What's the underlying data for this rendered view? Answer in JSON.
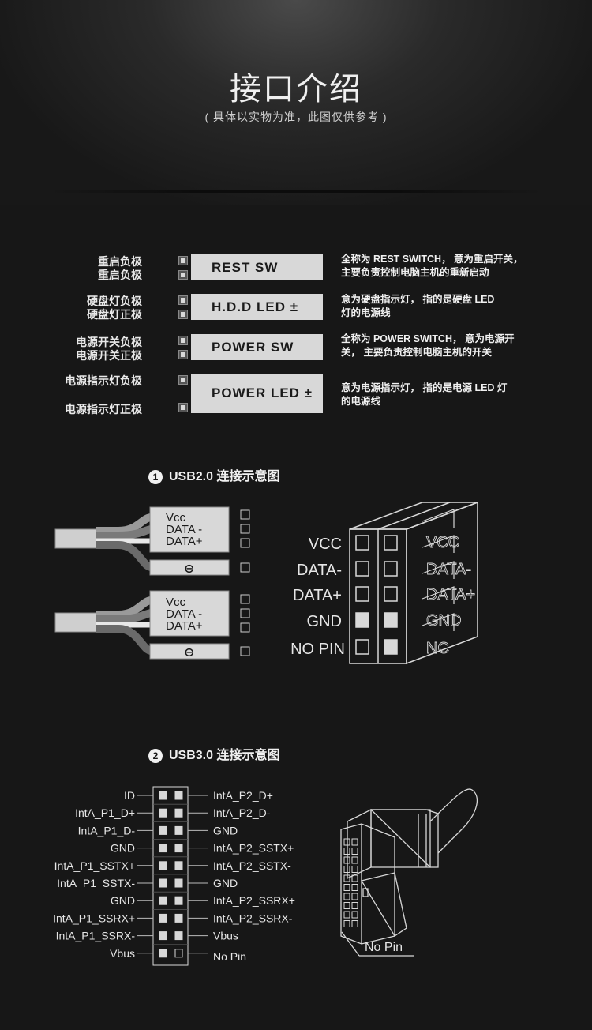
{
  "header": {
    "title": "接口介绍",
    "subtitle": "( 具体以实物为准，此图仅供参考 )"
  },
  "front_panel": [
    {
      "labels": [
        "重启负极",
        "重启负极"
      ],
      "connector": "REST SW",
      "description": [
        "全称为 REST SWITCH， 意为重启开关，",
        "主要负责控制电脑主机的重新启动"
      ]
    },
    {
      "labels": [
        "硬盘灯负极",
        "硬盘灯正极"
      ],
      "connector": "H.D.D LED ±",
      "description": [
        "意为硬盘指示灯， 指的是硬盘 LED",
        "灯的电源线"
      ]
    },
    {
      "labels": [
        "电源开关负极",
        "电源开关正极"
      ],
      "connector": "POWER SW",
      "description": [
        "全称为 POWER SWITCH， 意为电源开",
        "关， 主要负责控制电脑主机的开关"
      ]
    },
    {
      "labels": [
        "电源指示灯负极",
        "电源指示灯正极"
      ],
      "connector": "POWER LED ±",
      "description": [
        "意为电源指示灯， 指的是电源 LED 灯",
        "的电源线"
      ]
    }
  ],
  "usb2": {
    "num": "1",
    "title": "USB2.0 连接示意图",
    "plug_lines": [
      "Vcc",
      "DATA -",
      "DATA+"
    ],
    "ground_symbol": "⊖",
    "header_left": [
      "VCC",
      "DATA-",
      "DATA+",
      "GND",
      "NO PIN"
    ],
    "header_right": [
      "VCC",
      "DATA-",
      "DATA+",
      "GND",
      "NC"
    ]
  },
  "usb3": {
    "num": "2",
    "title": "USB3.0 连接示意图",
    "left_pins": [
      "ID",
      "IntA_P1_D+",
      "IntA_P1_D-",
      "GND",
      "IntA_P1_SSTX+",
      "IntA_P1_SSTX-",
      "GND",
      "IntA_P1_SSRX+",
      "IntA_P1_SSRX-",
      "Vbus"
    ],
    "right_pins": [
      "IntA_P2_D+",
      "IntA_P2_D-",
      "GND",
      "IntA_P2_SSTX+",
      "IntA_P2_SSTX-",
      "GND",
      "IntA_P2_SSRX+",
      "IntA_P2_SSRX-",
      "Vbus",
      "No Pin"
    ],
    "connector_callout": "No Pin"
  }
}
